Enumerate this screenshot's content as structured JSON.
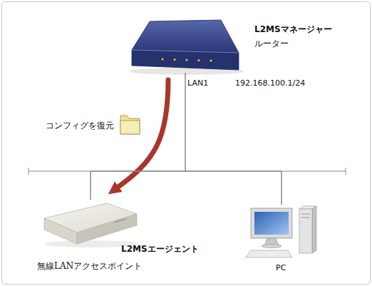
{
  "diagram": {
    "nodes": [
      {
        "text": [
          "L2MSマネージャー",
          "ルーター"
        ]
      },
      {
        "text": [
          "L2MSエージェント",
          "無線LANアクセスポイント"
        ]
      },
      {
        "text": [
          "PC"
        ]
      }
    ],
    "edges": [
      {
        "from": 0,
        "to": 1,
        "arrow": "to",
        "label": "コンフィグを復元"
      },
      {
        "from": 0,
        "to": 1,
        "arrow": "none"
      },
      {
        "from": 0,
        "to": 2,
        "arrow": "none"
      },
      {
        "from": 1,
        "to": 2,
        "arrow": "none"
      }
    ],
    "labels": [
      "LAN1",
      "192.168.100.1/24"
    ]
  }
}
